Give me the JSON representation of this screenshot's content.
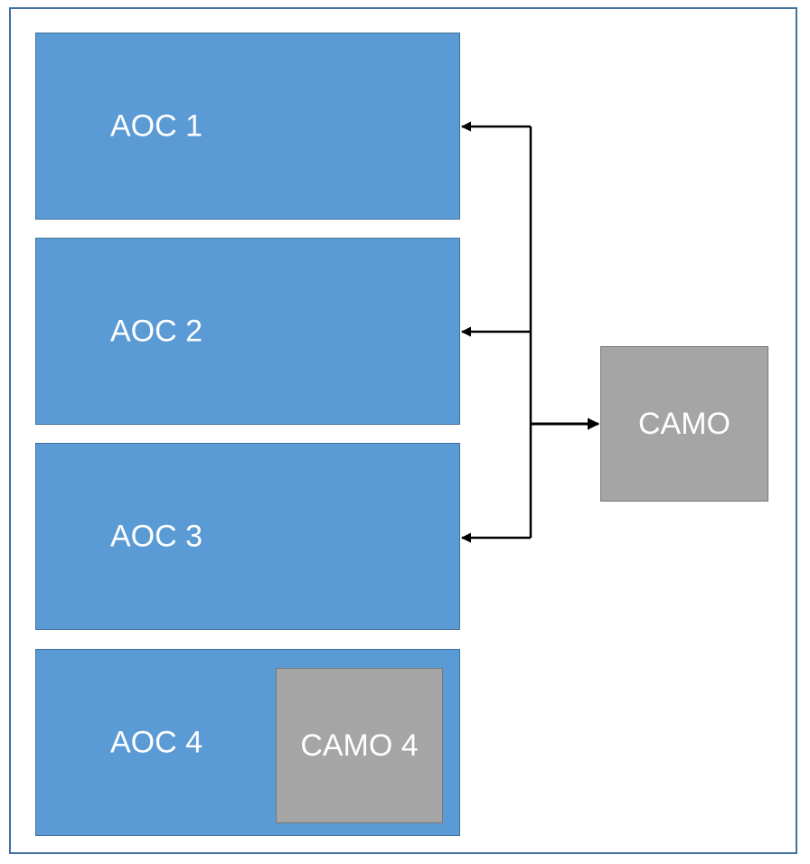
{
  "aoc_boxes": [
    {
      "label": "AOC 1"
    },
    {
      "label": "AOC 2"
    },
    {
      "label": "AOC 3"
    },
    {
      "label": "AOC 4"
    }
  ],
  "camo_central": {
    "label": "CAMO"
  },
  "camo_embedded": {
    "label": "CAMO 4"
  },
  "colors": {
    "aoc_fill": "#5b9bd5",
    "aoc_border": "#41719c",
    "camo_fill": "#a5a5a5",
    "connector": "#000000"
  }
}
